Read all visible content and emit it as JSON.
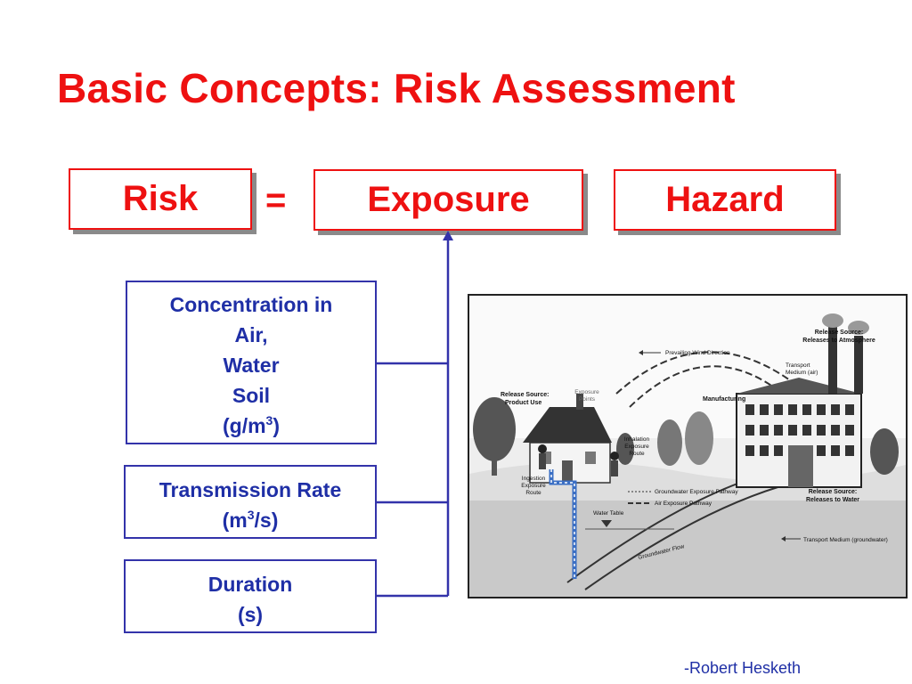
{
  "title": "Basic Concepts:  Risk Assessment",
  "equation": {
    "risk": "Risk",
    "equals": "=",
    "exposure": "Exposure",
    "hazard": "Hazard"
  },
  "factors": {
    "concentration": {
      "line1": "Concentration in",
      "line2": "Air,",
      "line3": "Water",
      "line4": "Soil",
      "unit_prefix": "(g/m",
      "unit_sup": "3",
      "unit_suffix": ")"
    },
    "transmission": {
      "line1": "Transmission Rate",
      "unit_prefix": "(m",
      "unit_sup": "3",
      "unit_suffix": "/s)"
    },
    "duration": {
      "line1": "Duration",
      "unit": "(s)"
    }
  },
  "illustration": {
    "release_atmosphere": [
      "Release Source:",
      "Releases to Atmosphere"
    ],
    "prevailing_wind": "Prevailing Wind Direction",
    "transport_air": [
      "Transport",
      "Medium (air)"
    ],
    "exposure_points": [
      "Exposure",
      "Points"
    ],
    "release_product": [
      "Release Source:",
      "Product Use"
    ],
    "manufacturing": "Manufacturing",
    "inhalation": [
      "Inhalation",
      "Exposure",
      "Route"
    ],
    "ingestion": [
      "Ingestion",
      "Exposure",
      "Route"
    ],
    "groundwater_pathway": "Groundwater Exposure Pathway",
    "air_pathway": "Air Exposure Pathway",
    "release_water": [
      "Release Source:",
      "Releases to Water"
    ],
    "water_table": "Water Table",
    "transport_groundwater": "Transport Medium (groundwater)",
    "groundwater_flow": "Groundwater Flow"
  },
  "credit": "-Robert Hesketh",
  "colors": {
    "red": "#ee1111",
    "blue": "#1f2fa6",
    "box_border_blue": "#3333aa"
  }
}
